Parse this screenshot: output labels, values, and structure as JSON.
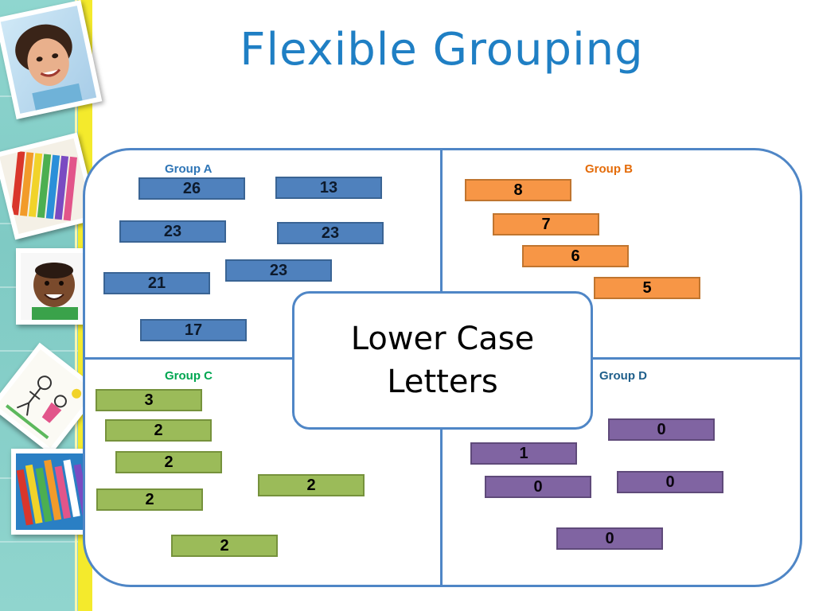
{
  "title": "Flexible Grouping",
  "center": "Lower Case\nLetters",
  "colors": {
    "title": "#1f7fc4",
    "frame": "#4f86c6",
    "group_a": "#4f81bd",
    "group_b": "#f79646",
    "group_c": "#9bbb59",
    "group_d": "#8064a2"
  },
  "groups": {
    "a": {
      "label": "Group A",
      "label_color": "#2e75b6",
      "values": [
        "26",
        "13",
        "23",
        "23",
        "23",
        "21",
        "17"
      ]
    },
    "b": {
      "label": "Group B",
      "label_color": "#e46c0a",
      "values": [
        "8",
        "7",
        "6",
        "5"
      ]
    },
    "c": {
      "label": "Group C",
      "label_color": "#00a651",
      "values": [
        "3",
        "2",
        "2",
        "2",
        "2",
        "2"
      ]
    },
    "d": {
      "label": "Group D",
      "label_color": "#1f5f8b",
      "values": [
        "0",
        "1",
        "0",
        "0",
        "0"
      ]
    }
  },
  "photos": [
    "child-portrait",
    "colored-pencils",
    "boy-portrait",
    "child-drawing",
    "crayons"
  ]
}
